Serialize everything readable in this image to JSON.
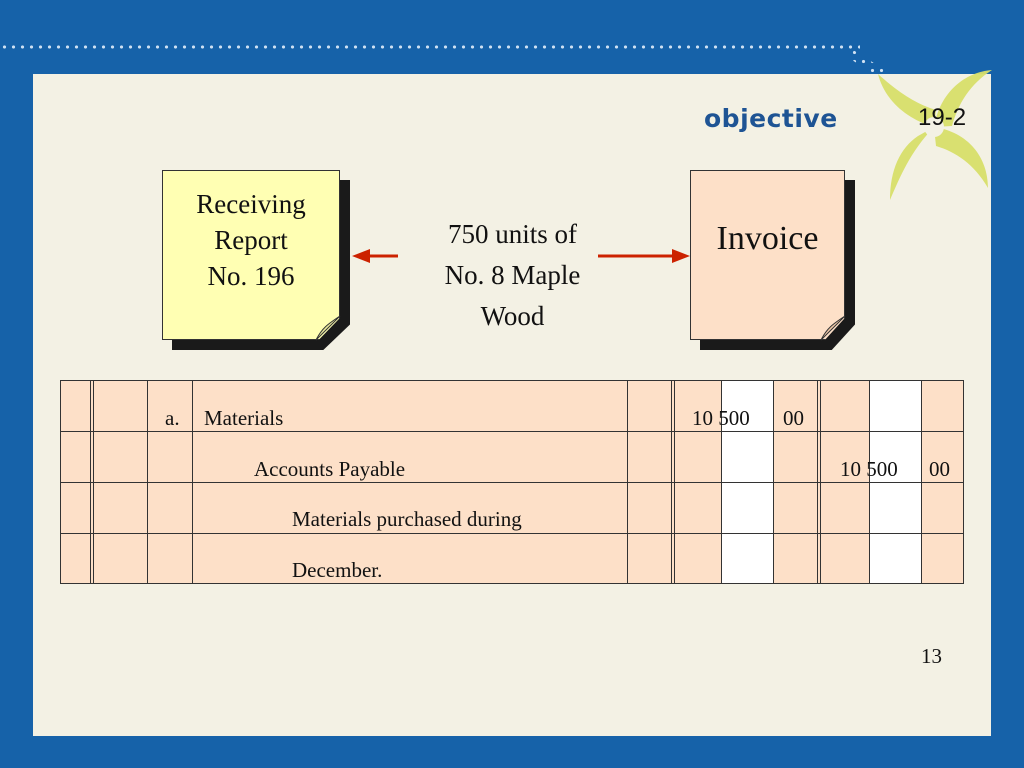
{
  "header": {
    "objective_label": "objective",
    "objective_number": "19-2"
  },
  "colors": {
    "background": "#1662a9",
    "panel": "#f3f1e4",
    "receiving_report_fill": "#ffffb3",
    "invoice_fill": "#fde0c8",
    "journal_fill": "#fde0c8",
    "arrow": "#cc2200",
    "swirl": "#d8e06a"
  },
  "receiving_report": {
    "line1": "Receiving",
    "line2": "Report",
    "line3": "No. 196"
  },
  "middle_text": {
    "line1": "750 units of",
    "line2": "No. 8 Maple",
    "line3": "Wood"
  },
  "invoice": {
    "label": "Invoice"
  },
  "journal": {
    "rows": [
      {
        "date": "a.",
        "description": "Materials",
        "debit_dollars": "10 500",
        "debit_cents": "00",
        "credit_dollars": "",
        "credit_cents": ""
      },
      {
        "date": "",
        "description": "Accounts Payable",
        "debit_dollars": "",
        "debit_cents": "",
        "credit_dollars": "10 500",
        "credit_cents": "00"
      },
      {
        "date": "",
        "description": "Materials purchased during",
        "debit_dollars": "",
        "debit_cents": "",
        "credit_dollars": "",
        "credit_cents": ""
      },
      {
        "date": "",
        "description": "December.",
        "debit_dollars": "",
        "debit_cents": "",
        "credit_dollars": "",
        "credit_cents": ""
      }
    ]
  },
  "footer": {
    "page_number": "13"
  }
}
